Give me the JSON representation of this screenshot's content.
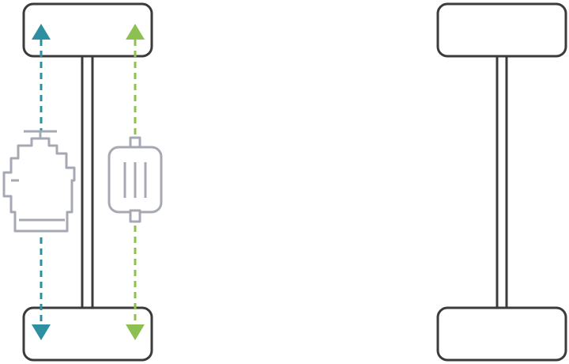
{
  "diagram": {
    "colors": {
      "outline": "#3b3b3b",
      "chassis_fill": "#ffffff",
      "component_gray": "#a6a9b4",
      "engine_path": "#2e8fa2",
      "motor_path": "#8cc152"
    },
    "left_drivetrain": {
      "components": [
        {
          "id": "engine",
          "icon": "combustion-engine-icon",
          "path_color": "engine_path",
          "arrows": [
            "up",
            "down"
          ]
        },
        {
          "id": "motor",
          "icon": "electric-motor-icon",
          "path_color": "motor_path",
          "arrows": [
            "up",
            "down"
          ]
        }
      ]
    },
    "right_drivetrain": {
      "components": []
    }
  }
}
